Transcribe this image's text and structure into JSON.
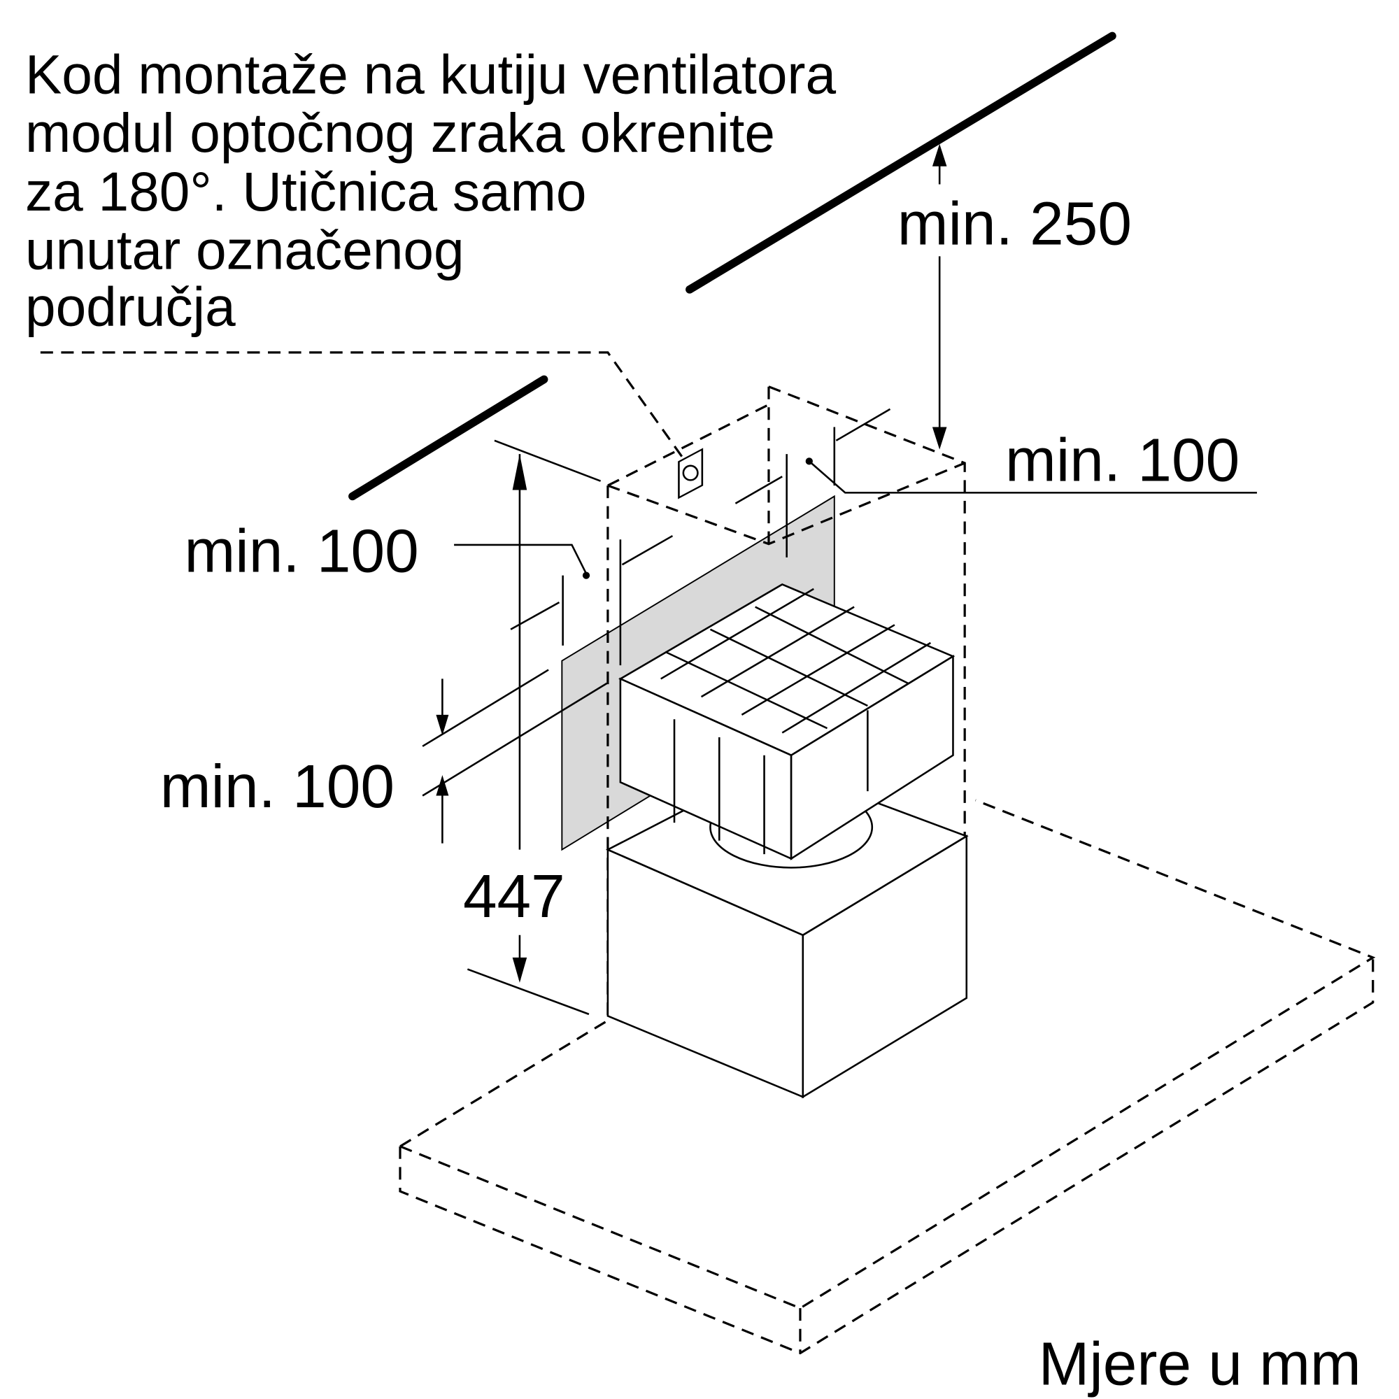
{
  "instruction_lines": [
    "Kod montaže na kutiju ventilatora",
    "modul optočnog zraka okrenite",
    "za 180°. Utičnica samo",
    "unutar označenog",
    "područja"
  ],
  "dimensions": {
    "top_clearance": "min. 250",
    "right_clearance": "min. 100",
    "left_clearance": "min. 100",
    "lower_clearance": "min. 100",
    "height": "447"
  },
  "units_note": "Mjere u mm"
}
